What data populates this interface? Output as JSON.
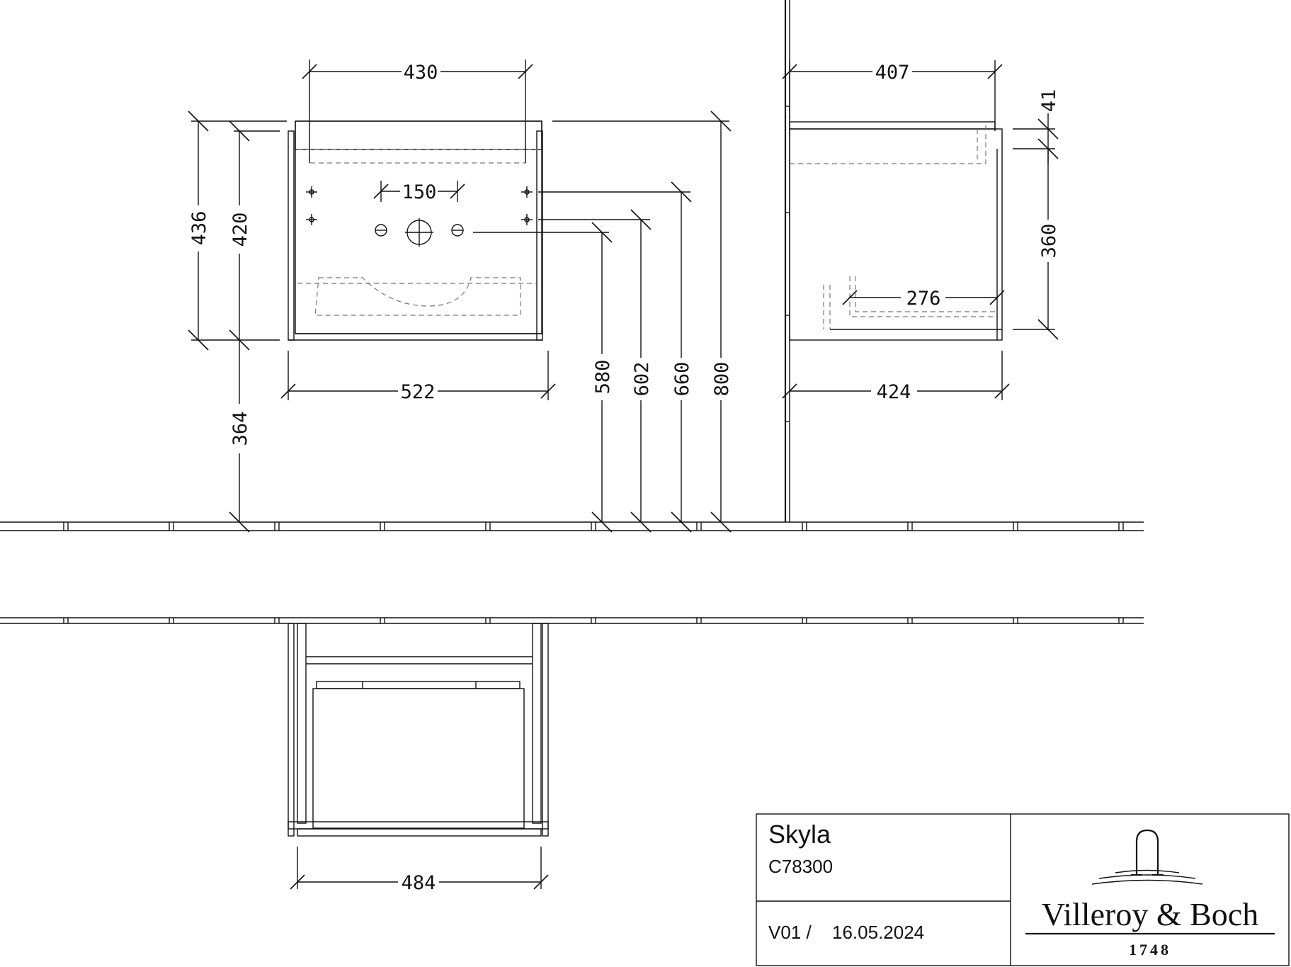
{
  "title_block": {
    "product_name": "Skyla",
    "product_code": "C78300",
    "version": "V01 /",
    "date": "16.05.2024"
  },
  "brand": {
    "name": "Villeroy & Boch",
    "year": "1748"
  },
  "dimensions": {
    "front_top_width": "430",
    "tap_spacing": "150",
    "front_height_outer": "436",
    "front_height_inner": "420",
    "front_width": "522",
    "floor_clearance": "364",
    "height_580": "580",
    "height_602": "602",
    "height_660": "660",
    "height_800": "800",
    "side_top_depth": "407",
    "top_thickness": "41",
    "side_inner_height": "360",
    "drawer_depth": "276",
    "side_depth": "424",
    "plan_width": "484"
  }
}
